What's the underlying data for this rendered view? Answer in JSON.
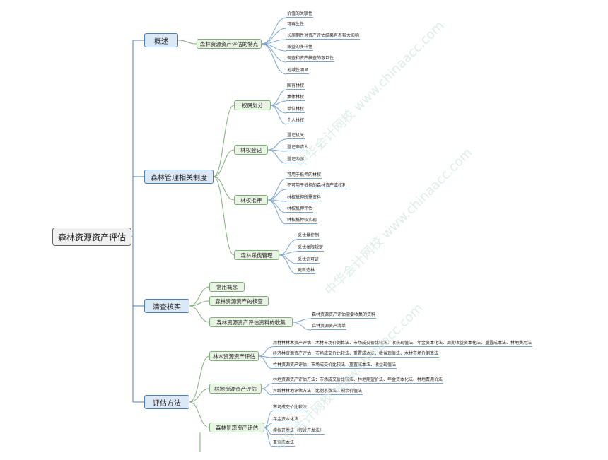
{
  "root": {
    "label": "森林资源资产评估"
  },
  "branches": [
    {
      "label": "概述",
      "children": [
        {
          "label": "森林资源资产评估的特点",
          "leaves": [
            "价值的关联性",
            "可再生性",
            "长周期性对资产评估结果有着较大影响",
            "效益的多样性",
            "调查和资产核查的艰巨性",
            "地域性明显"
          ]
        }
      ]
    },
    {
      "label": "森林管理相关制度",
      "children": [
        {
          "label": "权属划分",
          "leaves": [
            "国有林权",
            "集体林权",
            "单位林权",
            "个人林权"
          ]
        },
        {
          "label": "林权登记",
          "leaves": [
            "登记机关",
            "登记申请人",
            "登记内容"
          ]
        },
        {
          "label": "林权抵押",
          "leaves": [
            "可用于抵押的林权",
            "不可用于抵押的森林资产或权利",
            "林权抵押所需资料",
            "林权抵押评估",
            "林权抵押权实现"
          ]
        },
        {
          "label": "森林采伐管理",
          "leaves": [
            "采伐量控制",
            "采伐类限规定",
            "采伐许可证",
            "更新造林"
          ]
        }
      ]
    },
    {
      "label": "清查核实",
      "children": [
        {
          "label": "常用概念",
          "leaves": []
        },
        {
          "label": "森林资源资产的核查",
          "leaves": []
        },
        {
          "label": "森林资源资产评估资料的收集",
          "leaves": [
            "森林资源资产评估需要收集的资料",
            "森林资源资产清单"
          ]
        }
      ]
    },
    {
      "label": "评估方法",
      "children": [
        {
          "label": "林木资源资产评估",
          "leaves": [
            "用材林林木资产评估：木材市场价倒算法、市场成交价比较法、收获现值法、年金资本化法、周期收益资本化法、重置成本法、林地费用法",
            "经济林资源资产评估：市场成交价比较法、重置成本法、收益现值法、木材市场价倒算法",
            "竹林资源资产评估：市场成交价比较法、重置成本法、收益现值法"
          ]
        },
        {
          "label": "林地资源资产评估",
          "leaves": [
            "林地资源资产评估方法：市场成交价比较法、林地期望价法、年金资本化法、林地费用价法",
            "异龄林林地评估方法：比例系数法、剩余价值法"
          ]
        },
        {
          "label": "森林景观资产评估",
          "leaves": [
            "市场成交价比较法",
            "年金资本化法",
            "模拟开发法（假设开发法）",
            "重置成本法"
          ]
        }
      ]
    }
  ],
  "watermark": "中华会计网校 www.chinaacc.com",
  "colors": {
    "connector": "#4a7fb5",
    "sub_connector": "#7fb07a",
    "leaf_line": "#7aa5d0"
  }
}
